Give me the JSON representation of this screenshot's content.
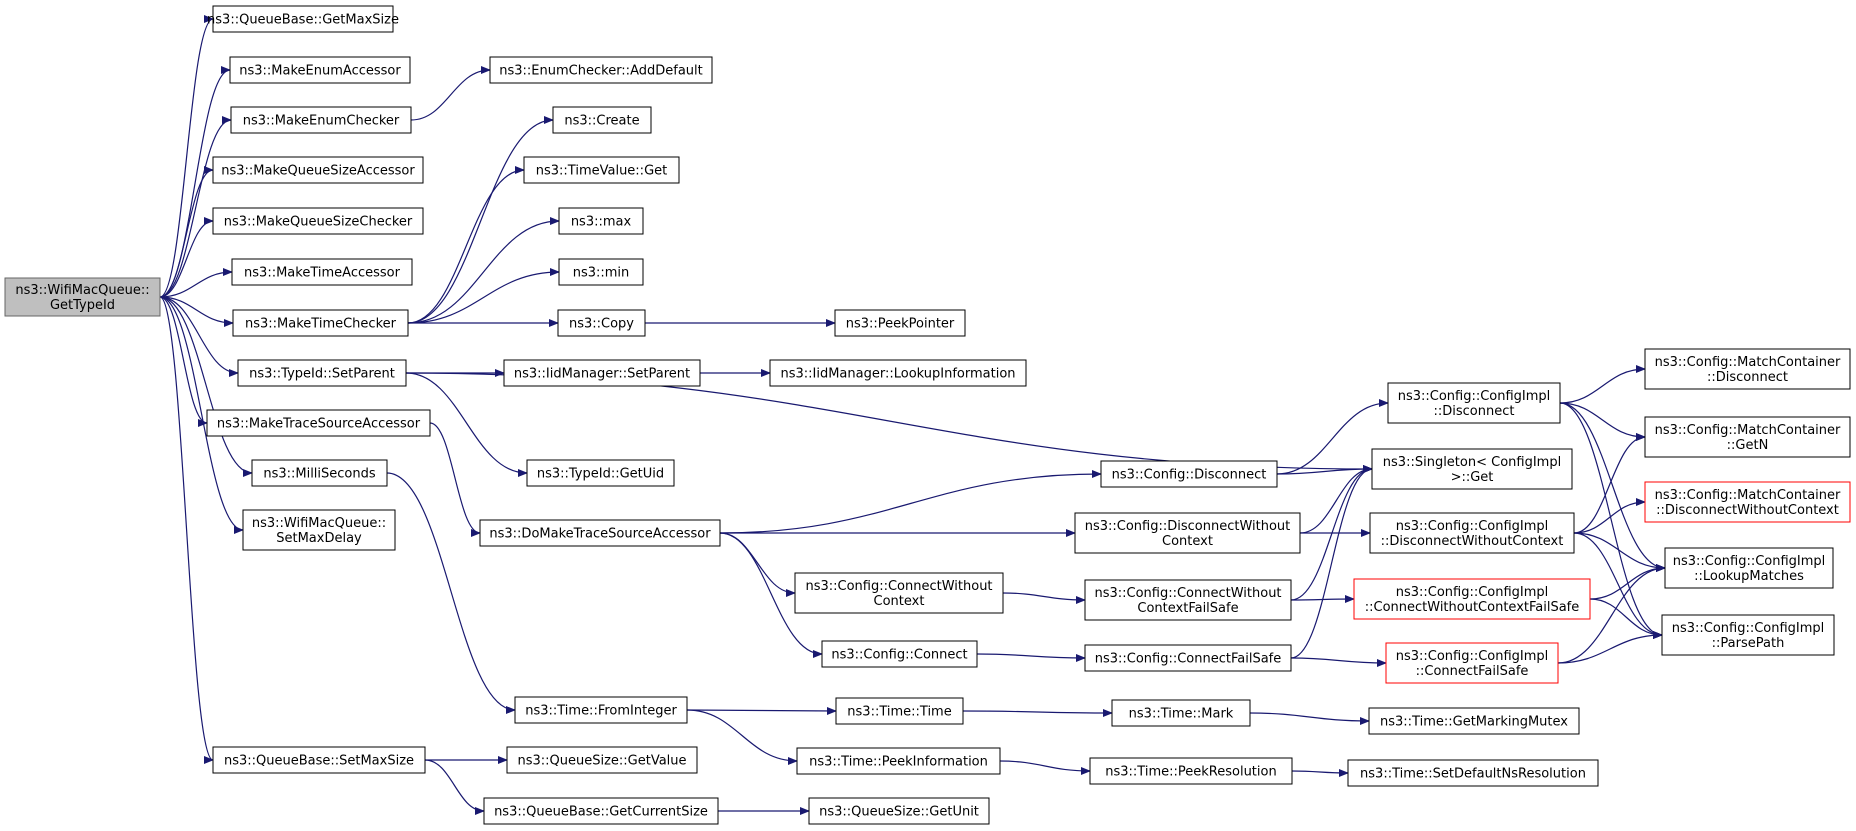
{
  "colors": {
    "edge": "#191970",
    "root_fill": "#bfbfbf",
    "red_border": "#ff0000"
  },
  "nodes": {
    "root": {
      "lines": [
        "ns3::WifiMacQueue::",
        "GetTypeId"
      ],
      "style": "root"
    },
    "qb_getmax": {
      "lines": [
        "ns3::QueueBase::GetMaxSize"
      ]
    },
    "mk_enum_acc": {
      "lines": [
        "ns3::MakeEnumAccessor"
      ]
    },
    "mk_enum_chk": {
      "lines": [
        "ns3::MakeEnumChecker"
      ]
    },
    "mk_qs_acc": {
      "lines": [
        "ns3::MakeQueueSizeAccessor"
      ]
    },
    "mk_qs_chk": {
      "lines": [
        "ns3::MakeQueueSizeChecker"
      ]
    },
    "mk_time_acc": {
      "lines": [
        "ns3::MakeTimeAccessor"
      ]
    },
    "mk_time_chk": {
      "lines": [
        "ns3::MakeTimeChecker"
      ]
    },
    "typeid_setparent": {
      "lines": [
        "ns3::TypeId::SetParent"
      ]
    },
    "mk_trace": {
      "lines": [
        "ns3::MakeTraceSourceAccessor"
      ]
    },
    "millisec": {
      "lines": [
        "ns3::MilliSeconds"
      ]
    },
    "wmq_setmaxdelay": {
      "lines": [
        "ns3::WifiMacQueue::",
        "SetMaxDelay"
      ]
    },
    "qb_setmax": {
      "lines": [
        "ns3::QueueBase::SetMaxSize"
      ]
    },
    "enum_adddefault": {
      "lines": [
        "ns3::EnumChecker::AddDefault"
      ]
    },
    "create": {
      "lines": [
        "ns3::Create"
      ]
    },
    "timevalue_get": {
      "lines": [
        "ns3::TimeValue::Get"
      ]
    },
    "max": {
      "lines": [
        "ns3::max"
      ]
    },
    "min": {
      "lines": [
        "ns3::min"
      ]
    },
    "copy": {
      "lines": [
        "ns3::Copy"
      ]
    },
    "peekpointer": {
      "lines": [
        "ns3::PeekPointer"
      ]
    },
    "iid_setparent": {
      "lines": [
        "ns3::IidManager::SetParent"
      ]
    },
    "iid_lookup": {
      "lines": [
        "ns3::IidManager::LookupInformation"
      ]
    },
    "typeid_getuid": {
      "lines": [
        "ns3::TypeId::GetUid"
      ]
    },
    "domaketrace": {
      "lines": [
        "ns3::DoMakeTraceSourceAccessor"
      ]
    },
    "time_fromint": {
      "lines": [
        "ns3::Time::FromInteger"
      ]
    },
    "qs_getvalue": {
      "lines": [
        "ns3::QueueSize::GetValue"
      ]
    },
    "qb_getcur": {
      "lines": [
        "ns3::QueueBase::GetCurrentSize"
      ]
    },
    "qs_getunit": {
      "lines": [
        "ns3::QueueSize::GetUnit"
      ]
    },
    "time_time": {
      "lines": [
        "ns3::Time::Time"
      ]
    },
    "time_peekinfo": {
      "lines": [
        "ns3::Time::PeekInformation"
      ]
    },
    "time_mark": {
      "lines": [
        "ns3::Time::Mark"
      ]
    },
    "time_getmarkmutex": {
      "lines": [
        "ns3::Time::GetMarkingMutex"
      ]
    },
    "time_peekres": {
      "lines": [
        "ns3::Time::PeekResolution"
      ]
    },
    "time_setdefres": {
      "lines": [
        "ns3::Time::SetDefaultNsResolution"
      ]
    },
    "cfg_disconnect": {
      "lines": [
        "ns3::Config::Disconnect"
      ]
    },
    "cfg_discwoctx": {
      "lines": [
        "ns3::Config::DisconnectWithout",
        "Context"
      ]
    },
    "cfg_connwoctx": {
      "lines": [
        "ns3::Config::ConnectWithout",
        "Context"
      ]
    },
    "cfg_connect": {
      "lines": [
        "ns3::Config::Connect"
      ]
    },
    "cfg_connwoctxfs": {
      "lines": [
        "ns3::Config::ConnectWithout",
        "ContextFailSafe"
      ]
    },
    "cfg_connfs": {
      "lines": [
        "ns3::Config::ConnectFailSafe"
      ]
    },
    "impl_disconnect": {
      "lines": [
        "ns3::Config::ConfigImpl",
        "::Disconnect"
      ]
    },
    "singleton_get": {
      "lines": [
        "ns3::Singleton< ConfigImpl",
        ">::Get"
      ]
    },
    "impl_discwoctx": {
      "lines": [
        "ns3::Config::ConfigImpl",
        "::DisconnectWithoutContext"
      ]
    },
    "impl_connwoctxfs": {
      "lines": [
        "ns3::Config::ConfigImpl",
        "::ConnectWithoutContextFailSafe"
      ],
      "style": "red"
    },
    "impl_connfs": {
      "lines": [
        "ns3::Config::ConfigImpl",
        "::ConnectFailSafe"
      ],
      "style": "red"
    },
    "mc_disconnect": {
      "lines": [
        "ns3::Config::MatchContainer",
        "::Disconnect"
      ]
    },
    "mc_getn": {
      "lines": [
        "ns3::Config::MatchContainer",
        "::GetN"
      ]
    },
    "mc_discwoctx": {
      "lines": [
        "ns3::Config::MatchContainer",
        "::DisconnectWithoutContext"
      ],
      "style": "red"
    },
    "impl_lookup": {
      "lines": [
        "ns3::Config::ConfigImpl",
        "::LookupMatches"
      ]
    },
    "impl_parsepath": {
      "lines": [
        "ns3::Config::ConfigImpl",
        "::ParsePath"
      ]
    }
  }
}
